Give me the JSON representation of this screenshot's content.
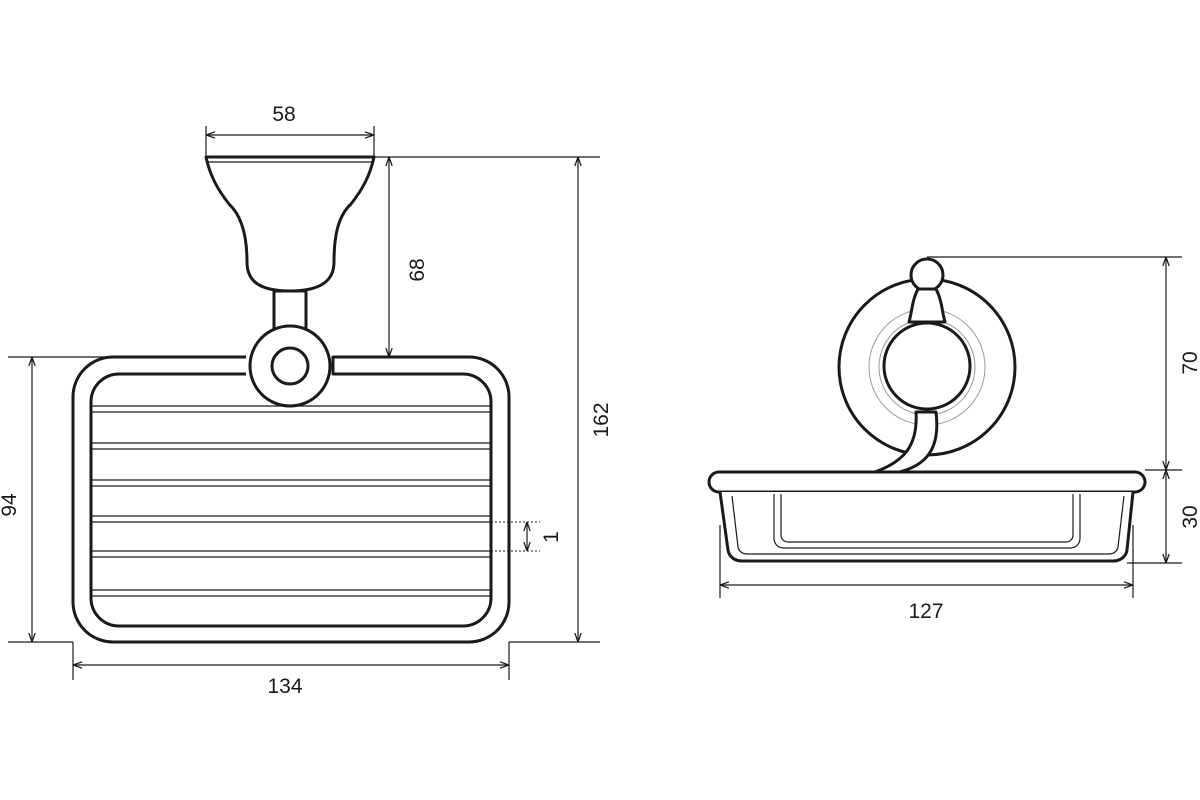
{
  "front_view": {
    "width_top": "58",
    "height_bracket": "68",
    "height_total": "162",
    "height_basket": "94",
    "slat_gap": "1",
    "width_bottom": "134"
  },
  "side_view": {
    "height_mount": "70",
    "depth_tray": "30",
    "width_tray": "127"
  },
  "colors": {
    "line": "#1a1a1a",
    "background": "#ffffff"
  }
}
